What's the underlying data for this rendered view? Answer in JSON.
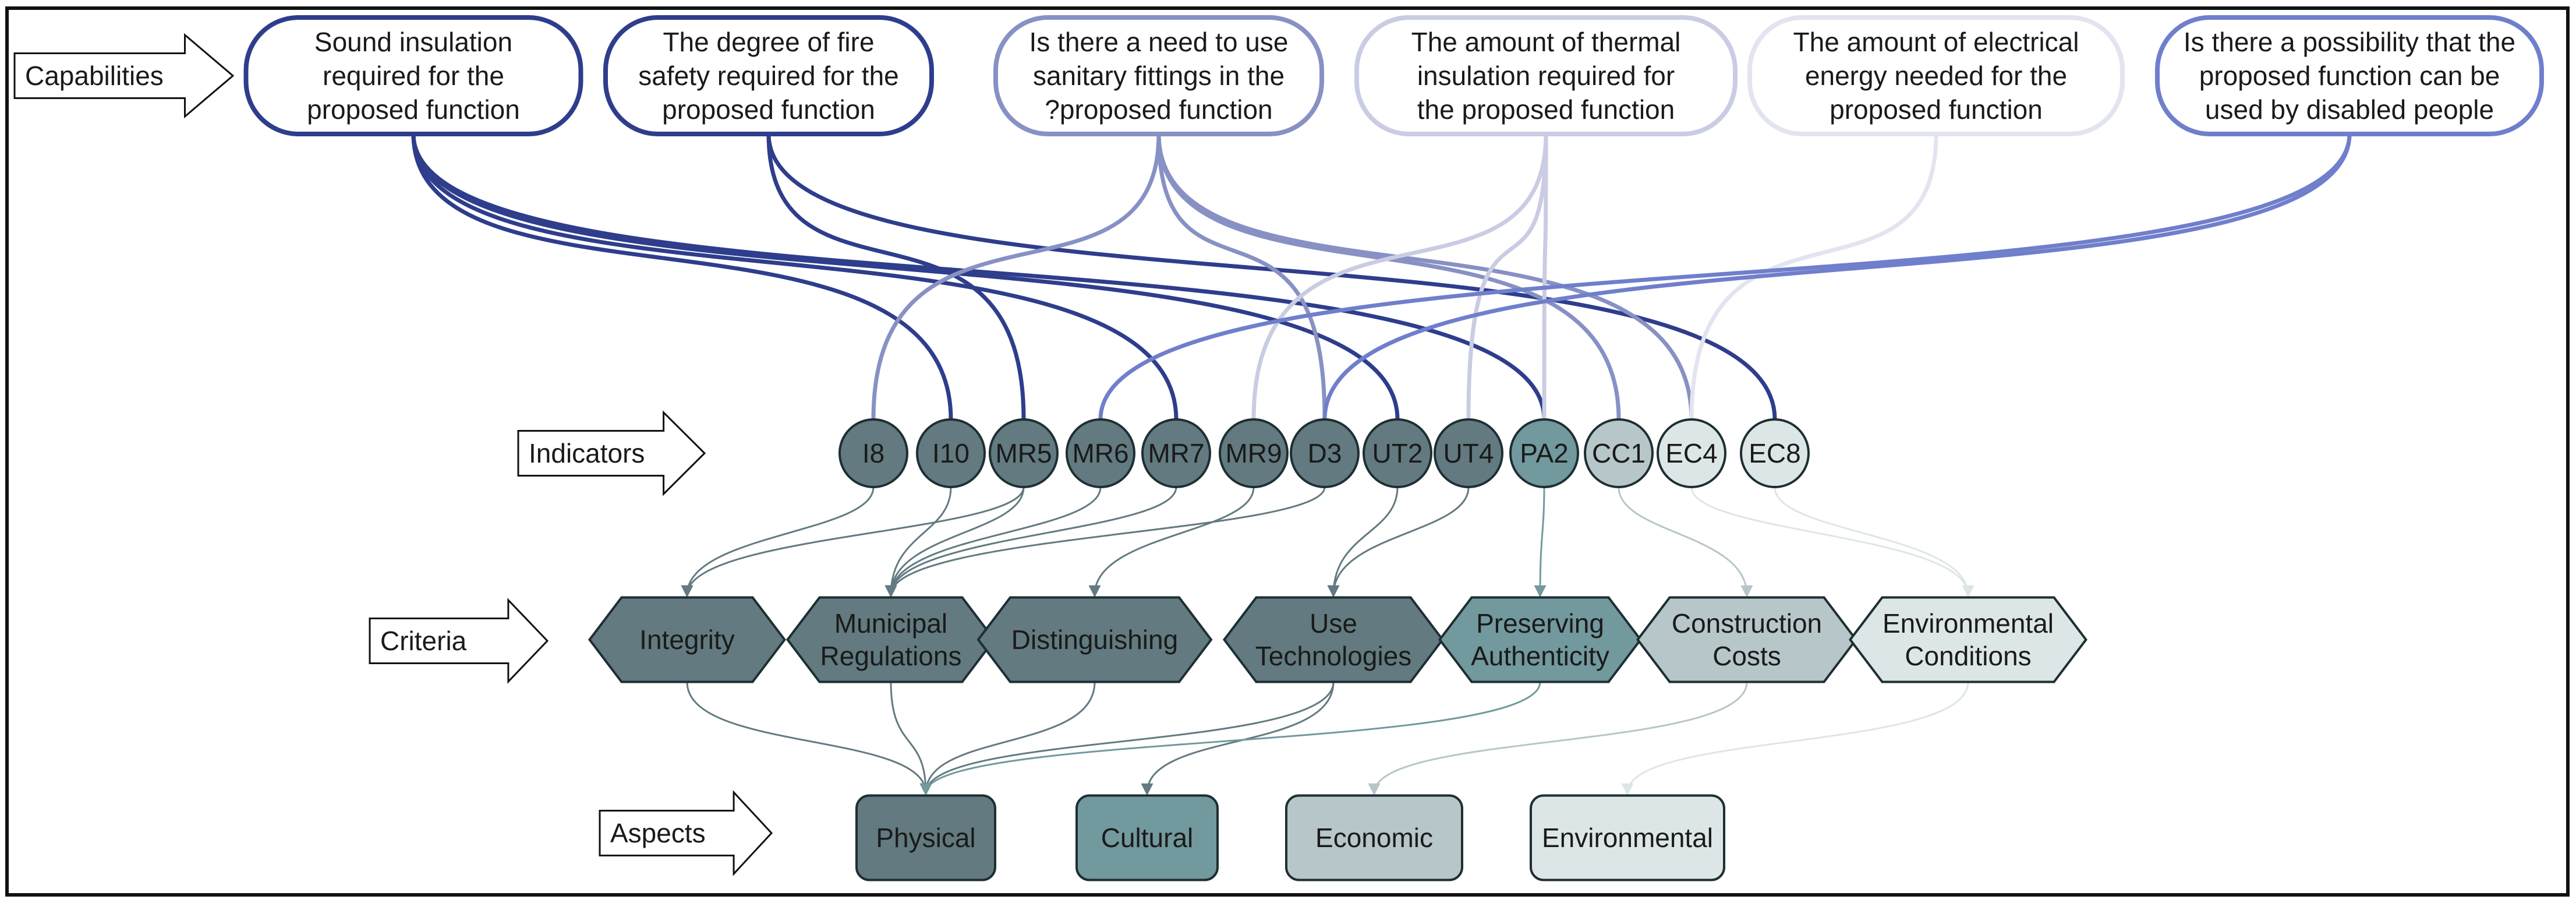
{
  "row_labels": {
    "capabilities": "Capabilities",
    "indicators": "Indicators",
    "criteria": "Criteria",
    "aspects": "Aspects"
  },
  "capabilities": [
    {
      "id": "cap1",
      "lines": [
        "Sound insulation",
        "required for the",
        "proposed function"
      ],
      "stroke": "#2e3d8c"
    },
    {
      "id": "cap2",
      "lines": [
        "The degree of fire",
        "safety required for the",
        "proposed function"
      ],
      "stroke": "#2e3d8c"
    },
    {
      "id": "cap3",
      "lines": [
        "Is there a need to use",
        "sanitary fittings in the",
        "?proposed function"
      ],
      "stroke": "#8791c4"
    },
    {
      "id": "cap4",
      "lines": [
        "The amount of thermal",
        "insulation required for",
        "the proposed function"
      ],
      "stroke": "#c9cce3"
    },
    {
      "id": "cap5",
      "lines": [
        "The amount of electrical",
        "energy needed for the",
        "proposed function"
      ],
      "stroke": "#e2e4f0"
    },
    {
      "id": "cap6",
      "lines": [
        "Is there a possibility that the",
        "proposed function can be",
        "used by disabled people"
      ],
      "stroke": "#6f7fcc"
    }
  ],
  "indicators": [
    {
      "id": "I8",
      "label": "I8",
      "fill": "#627a80"
    },
    {
      "id": "I10",
      "label": "I10",
      "fill": "#627a80"
    },
    {
      "id": "MR5",
      "label": "MR5",
      "fill": "#627a80"
    },
    {
      "id": "MR6",
      "label": "MR6",
      "fill": "#627a80"
    },
    {
      "id": "MR7",
      "label": "MR7",
      "fill": "#627a80"
    },
    {
      "id": "MR9",
      "label": "MR9",
      "fill": "#627a80"
    },
    {
      "id": "D3",
      "label": "D3",
      "fill": "#627a80"
    },
    {
      "id": "UT2",
      "label": "UT2",
      "fill": "#627a80"
    },
    {
      "id": "UT4",
      "label": "UT4",
      "fill": "#627a80"
    },
    {
      "id": "PA2",
      "label": "PA2",
      "fill": "#72999d"
    },
    {
      "id": "CC1",
      "label": "CC1",
      "fill": "#b6c6c9"
    },
    {
      "id": "EC4",
      "label": "EC4",
      "fill": "#dde6e7"
    },
    {
      "id": "EC8",
      "label": "EC8",
      "fill": "#dde6e7"
    }
  ],
  "criteria": [
    {
      "id": "integrity",
      "lines": [
        "Integrity"
      ],
      "fill": "#627a80"
    },
    {
      "id": "municipal",
      "lines": [
        "Municipal",
        "Regulations"
      ],
      "fill": "#627a80"
    },
    {
      "id": "distinguishing",
      "lines": [
        "Distinguishing"
      ],
      "fill": "#627a80"
    },
    {
      "id": "usetech",
      "lines": [
        "Use",
        "Technologies"
      ],
      "fill": "#627a80"
    },
    {
      "id": "preserving",
      "lines": [
        "Preserving",
        "Authenticity"
      ],
      "fill": "#72999d"
    },
    {
      "id": "construction",
      "lines": [
        "Construction",
        "Costs"
      ],
      "fill": "#b6c6c9"
    },
    {
      "id": "environmental_cond",
      "lines": [
        "Environmental",
        "Conditions"
      ],
      "fill": "#dde6e7"
    }
  ],
  "aspects": [
    {
      "id": "physical",
      "label": "Physical",
      "fill": "#627a80"
    },
    {
      "id": "cultural",
      "label": "Cultural",
      "fill": "#72999d"
    },
    {
      "id": "economic",
      "label": "Economic",
      "fill": "#b6c6c9"
    },
    {
      "id": "environmental",
      "label": "Environmental",
      "fill": "#dde6e7"
    }
  ],
  "cap_links": [
    {
      "from": "cap1",
      "to": "I10",
      "color": "#2e3d8c"
    },
    {
      "from": "cap1",
      "to": "MR7",
      "color": "#2e3d8c"
    },
    {
      "from": "cap1",
      "to": "UT2",
      "color": "#2e3d8c"
    },
    {
      "from": "cap1",
      "to": "PA2",
      "color": "#2e3d8c"
    },
    {
      "from": "cap2",
      "to": "MR5",
      "color": "#2e3d8c"
    },
    {
      "from": "cap2",
      "to": "EC8",
      "color": "#2e3d8c"
    },
    {
      "from": "cap3",
      "to": "I8",
      "color": "#8791c4"
    },
    {
      "from": "cap3",
      "to": "D3",
      "color": "#8791c4"
    },
    {
      "from": "cap3",
      "to": "CC1",
      "color": "#8791c4"
    },
    {
      "from": "cap3",
      "to": "EC4",
      "color": "#8791c4"
    },
    {
      "from": "cap4",
      "to": "MR9",
      "color": "#c9cce3"
    },
    {
      "from": "cap4",
      "to": "UT4",
      "color": "#c9cce3"
    },
    {
      "from": "cap4",
      "to": "PA2",
      "color": "#c9cce3"
    },
    {
      "from": "cap5",
      "to": "EC4",
      "color": "#e2e4f0"
    },
    {
      "from": "cap6",
      "to": "MR6",
      "color": "#6f7fcc"
    },
    {
      "from": "cap6",
      "to": "D3",
      "color": "#6f7fcc"
    }
  ],
  "ind_links": [
    {
      "from": "I8",
      "to": "integrity",
      "color": "#627a80"
    },
    {
      "from": "I10",
      "to": "municipal",
      "color": "#627a80"
    },
    {
      "from": "MR5",
      "to": "integrity",
      "color": "#627a80"
    },
    {
      "from": "MR5",
      "to": "municipal",
      "color": "#627a80"
    },
    {
      "from": "MR6",
      "to": "municipal",
      "color": "#627a80"
    },
    {
      "from": "MR7",
      "to": "municipal",
      "color": "#627a80"
    },
    {
      "from": "MR9",
      "to": "distinguishing",
      "color": "#627a80"
    },
    {
      "from": "D3",
      "to": "municipal",
      "color": "#627a80"
    },
    {
      "from": "UT2",
      "to": "usetech",
      "color": "#627a80"
    },
    {
      "from": "UT4",
      "to": "usetech",
      "color": "#627a80"
    },
    {
      "from": "PA2",
      "to": "preserving",
      "color": "#72999d"
    },
    {
      "from": "CC1",
      "to": "construction",
      "color": "#b6c6c9"
    },
    {
      "from": "EC4",
      "to": "environmental_cond",
      "color": "#dde6e7"
    },
    {
      "from": "EC8",
      "to": "environmental_cond",
      "color": "#dde6e7"
    }
  ],
  "crit_links": [
    {
      "from": "integrity",
      "to": "physical",
      "color": "#627a80"
    },
    {
      "from": "municipal",
      "to": "physical",
      "color": "#627a80"
    },
    {
      "from": "distinguishing",
      "to": "physical",
      "color": "#627a80"
    },
    {
      "from": "usetech",
      "to": "physical",
      "color": "#627a80"
    },
    {
      "from": "usetech",
      "to": "cultural",
      "color": "#627a80"
    },
    {
      "from": "preserving",
      "to": "physical",
      "color": "#72999d"
    },
    {
      "from": "construction",
      "to": "economic",
      "color": "#b6c6c9"
    },
    {
      "from": "environmental_cond",
      "to": "environmental",
      "color": "#dde6e7"
    }
  ]
}
